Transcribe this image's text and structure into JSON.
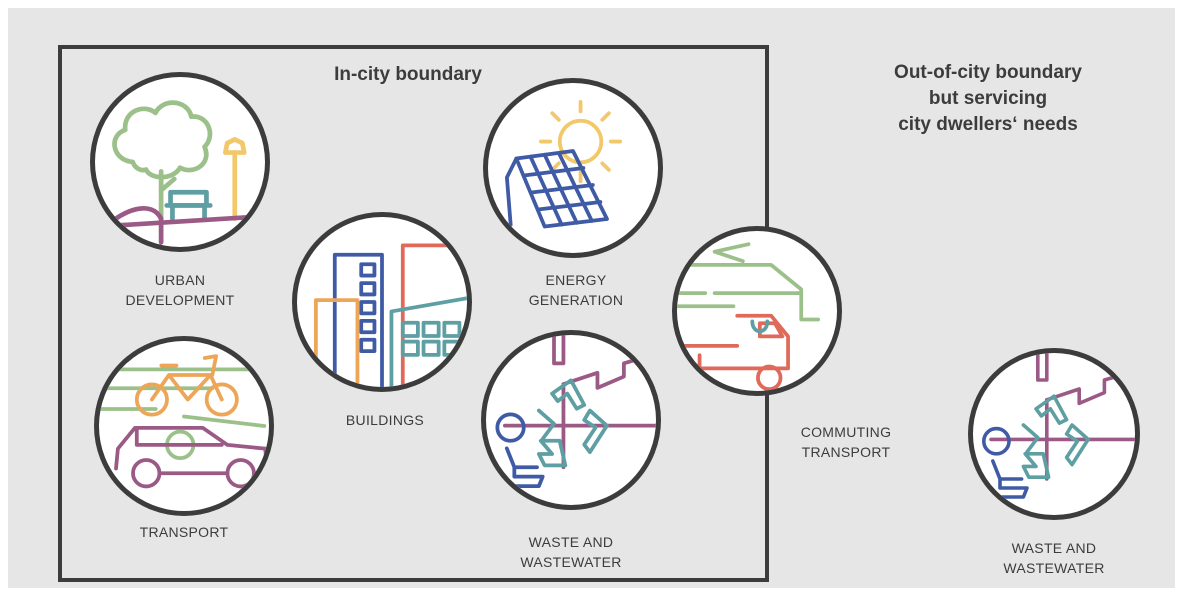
{
  "in_city_title": "In-city boundary",
  "out_city_title": [
    "Out-of-city boundary",
    "but servicing",
    "city dwellers‘ needs"
  ],
  "sectors": {
    "urban_development": [
      "URBAN",
      "DEVELOPMENT"
    ],
    "energy_generation": [
      "ENERGY",
      "GENERATION"
    ],
    "buildings": [
      "BUILDINGS"
    ],
    "transport": [
      "TRANSPORT"
    ],
    "waste_in": [
      "WASTE AND",
      "WASTEWATER"
    ],
    "commuting": [
      "COMMUTING",
      "TRANSPORT"
    ],
    "waste_out": [
      "WASTE AND",
      "WASTEWATER"
    ]
  },
  "icons": {
    "urban_development": "tree-bench-lamp-icon",
    "energy_generation": "solar-panel-sun-icon",
    "buildings": "buildings-icon",
    "transport": "bicycle-car-icon",
    "waste": "recycling-factory-icon",
    "commuting": "train-truck-icon"
  },
  "colors": {
    "background": "#e6e6e6",
    "outline": "#3c3c3c",
    "green": "#9cc08a",
    "yellow": "#f2c86a",
    "blue": "#3f5ba6",
    "teal": "#5e9fa3",
    "purple": "#9b5a85",
    "orange": "#eda657",
    "red": "#e06a5a"
  }
}
